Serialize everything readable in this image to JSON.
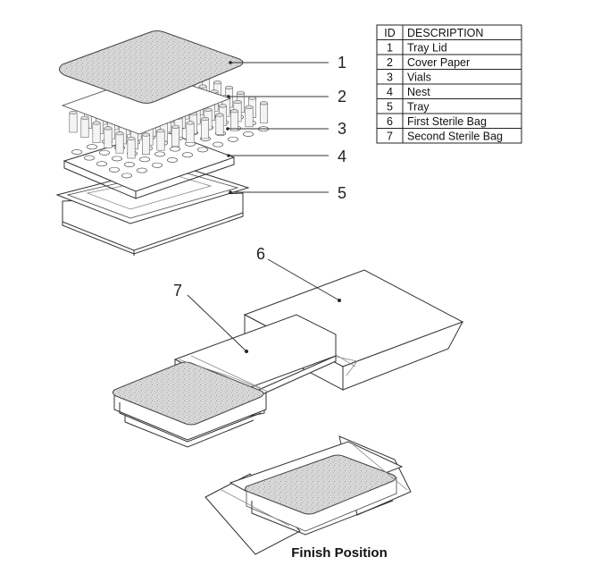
{
  "table": {
    "header": {
      "id": "ID",
      "description": "DESCRIPTION"
    },
    "rows": [
      {
        "id": "1",
        "description": "Tray Lid"
      },
      {
        "id": "2",
        "description": "Cover Paper"
      },
      {
        "id": "3",
        "description": "Vials"
      },
      {
        "id": "4",
        "description": "Nest"
      },
      {
        "id": "5",
        "description": "Tray"
      },
      {
        "id": "6",
        "description": "First Sterile Bag"
      },
      {
        "id": "7",
        "description": "Second Sterile Bag"
      }
    ]
  },
  "callouts": [
    "1",
    "2",
    "3",
    "4",
    "5",
    "6",
    "7"
  ],
  "caption": "Finish Position"
}
